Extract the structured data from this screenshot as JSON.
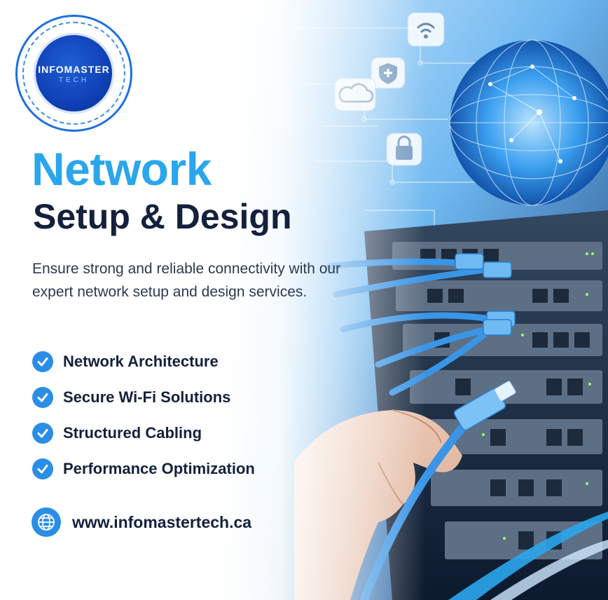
{
  "brand": {
    "line1": "INFOMASTER",
    "line2": "TECH"
  },
  "headline": {
    "title": "Network",
    "subtitle": "Setup & Design"
  },
  "description": "Ensure strong and reliable connectivity with our expert network setup and design services.",
  "features": [
    {
      "label": "Network Architecture"
    },
    {
      "label": "Secure Wi-Fi Solutions"
    },
    {
      "label": "Structured Cabling"
    },
    {
      "label": "Performance Optimization"
    }
  ],
  "website": "www.infomastertech.ca",
  "icons": {
    "check": "checkmark-icon",
    "globe": "globe-icon",
    "wifi": "wifi-icon",
    "shield": "shield-icon",
    "cloud": "cloud-icon",
    "lock": "lock-icon"
  },
  "colors": {
    "accent_blue": "#2aa6ec",
    "navy": "#14213d",
    "check_blue": "#2b8ee6",
    "logo_blue": "#0f3fb5"
  }
}
